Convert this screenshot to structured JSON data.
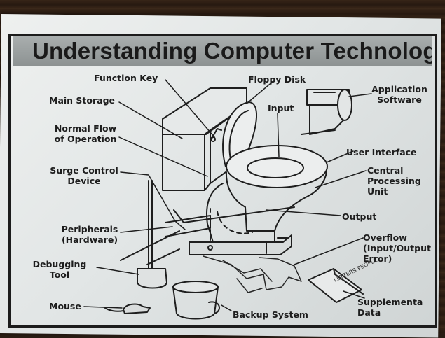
{
  "title": "Understanding Computer Technolog",
  "labels": {
    "function_key": "Function Key",
    "floppy_disk": "Floppy Disk",
    "main_storage": "Main Storage",
    "input": "Input",
    "application_1": "Application",
    "application_2": "Software",
    "normal_flow_1": "Normal Flow",
    "normal_flow_2": "of Operation",
    "user_interface": "User Interface",
    "surge_1": "Surge Control",
    "surge_2": "Device",
    "cpu_1": "Central",
    "cpu_2": "Processing",
    "cpu_3": "Unit",
    "output": "Output",
    "peripherals_1": "Peripherals",
    "peripherals_2": "(Hardware)",
    "overflow_1": "Overflow",
    "overflow_2": "(Input/Output",
    "overflow_3": "Error)",
    "debugging_1": "Debugging",
    "debugging_2": "Tool",
    "mouse": "Mouse",
    "backup": "Backup System",
    "supplemental_1": "Supplementa",
    "supplemental_2": "Data"
  },
  "magazine_text": "LETTERS PEOPLE"
}
